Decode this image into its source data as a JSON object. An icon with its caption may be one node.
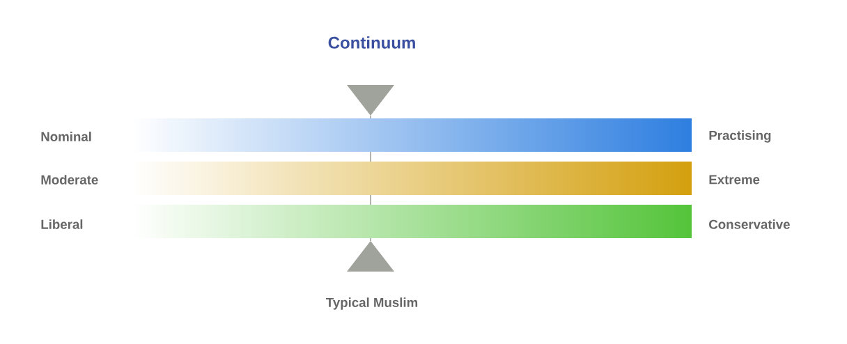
{
  "diagram": {
    "title": "Continuum",
    "nodes": [
      {
        "text": [],
        "shape": "bar"
      },
      {
        "text": [],
        "shape": "bar"
      },
      {
        "text": [],
        "shape": "bar"
      }
    ],
    "labels": [
      "Nominal",
      "Practising",
      "Moderate",
      "Extreme",
      "Liberal",
      "Conservative",
      "Typical Muslim"
    ]
  }
}
